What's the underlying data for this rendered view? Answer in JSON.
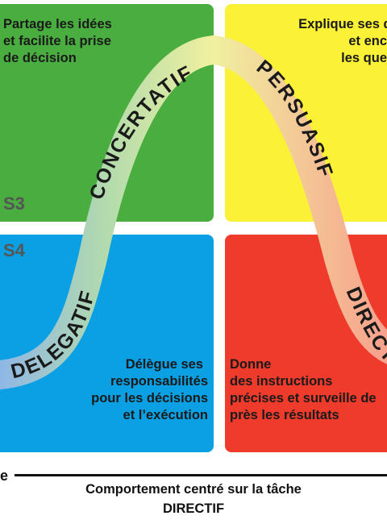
{
  "colors": {
    "green": "#4aad3f",
    "yellow": "#fbf136",
    "blue": "#0b9fe3",
    "red": "#ee3b2c",
    "curve_blue": "#8fb7e6",
    "curve_green": "#b3dbac",
    "curve_yellow": "#f0f0a0",
    "curve_red": "#f7a08c"
  },
  "quadrants": {
    "s3": {
      "stage": "S3",
      "lines": [
        "Partage les idées",
        "et facilite la prise",
        "de décision"
      ]
    },
    "s2": {
      "lines": [
        "Explique ses déc",
        "et enc",
        "les que"
      ]
    },
    "s4": {
      "stage": "S4",
      "lines": [
        "Délègue ses",
        "responsabilités",
        "pour les décisions",
        "et l’exécution"
      ]
    },
    "s1": {
      "lines": [
        "Donne",
        "des instructions",
        "précises et surveille de",
        "près les résultats"
      ]
    }
  },
  "curve_labels": {
    "delegatif": "DELEGATIF",
    "concertatif": "CONCERTATIF",
    "persuasif": "PERSUASIF",
    "directif": "DIRECTIF"
  },
  "axis": {
    "tick_label": "e",
    "title": "Comportement centré sur la tâche",
    "subtitle": "DIRECTIF"
  }
}
